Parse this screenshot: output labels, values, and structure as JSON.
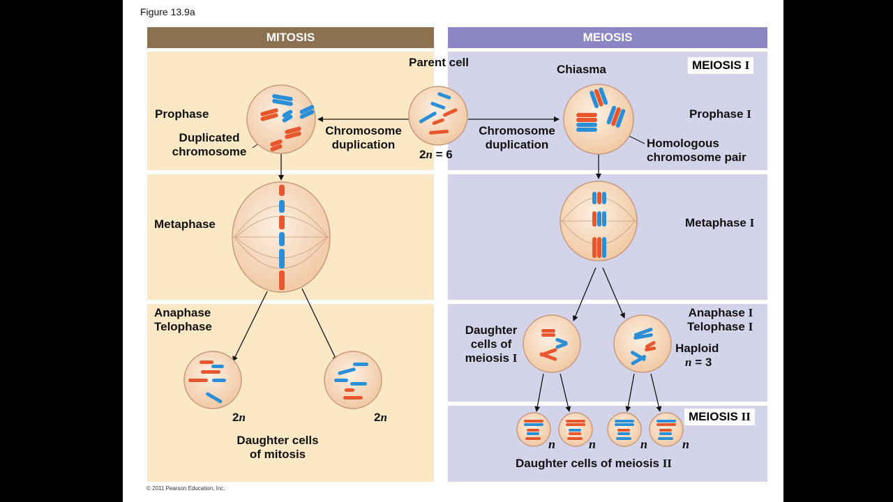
{
  "figure_label": "Figure 13.9a",
  "copyright": "© 2011 Pearson Education, Inc.",
  "headers": {
    "mitosis": "MITOSIS",
    "meiosis": "MEIOSIS"
  },
  "parent": {
    "label": "Parent cell",
    "ploidy_num": "2",
    "ploidy_var": "n",
    "ploidy_eq": " = 6"
  },
  "mitosis": {
    "prophase": "Prophase",
    "duplicated_l1": "Duplicated",
    "duplicated_l2": "chromosome",
    "dup_l1": "Chromosome",
    "dup_l2": "duplication",
    "metaphase": "Metaphase",
    "anaphase": "Anaphase",
    "telophase": "Telophase",
    "left_ploidy_num": "2",
    "left_ploidy_var": "n",
    "right_ploidy_num": "2",
    "right_ploidy_var": "n",
    "daughter_l1": "Daughter cells",
    "daughter_l2": "of mitosis"
  },
  "meiosis": {
    "meiosis1_label": "MEIOSIS",
    "meiosis1_num": "I",
    "chiasma": "Chiasma",
    "dup_l1": "Chromosome",
    "dup_l2": "duplication",
    "prophase": "Prophase",
    "prophase_num": "I",
    "homologous_l1": "Homologous",
    "homologous_l2": "chromosome pair",
    "metaphase": "Metaphase",
    "metaphase_num": "I",
    "anaphase": "Anaphase",
    "anaphase_num": "I",
    "telophase": "Telophase",
    "telophase_num": "I",
    "daughter1_l1": "Daughter",
    "daughter1_l2": "cells of",
    "daughter1_l3": "meiosis",
    "daughter1_num": "I",
    "haploid": "Haploid",
    "haploid_var": "n",
    "haploid_eq": " = 3",
    "meiosis2_label": "MEIOSIS",
    "meiosis2_num": "II",
    "n_labels": [
      "n",
      "n",
      "n",
      "n"
    ],
    "daughter2_text": "Daughter cells of meiosis",
    "daughter2_num": "II"
  },
  "colors": {
    "mitosis_header": "#8c7150",
    "meiosis_header": "#8c86c4",
    "mitosis_panel": "#fbe8c5",
    "meiosis_panel": "#d3d3ea",
    "cell_fill": "#f6d9bc",
    "cell_stroke": "#c79a7c",
    "red_chrom": "#e8562e",
    "blue_chrom": "#2a8fd6"
  }
}
